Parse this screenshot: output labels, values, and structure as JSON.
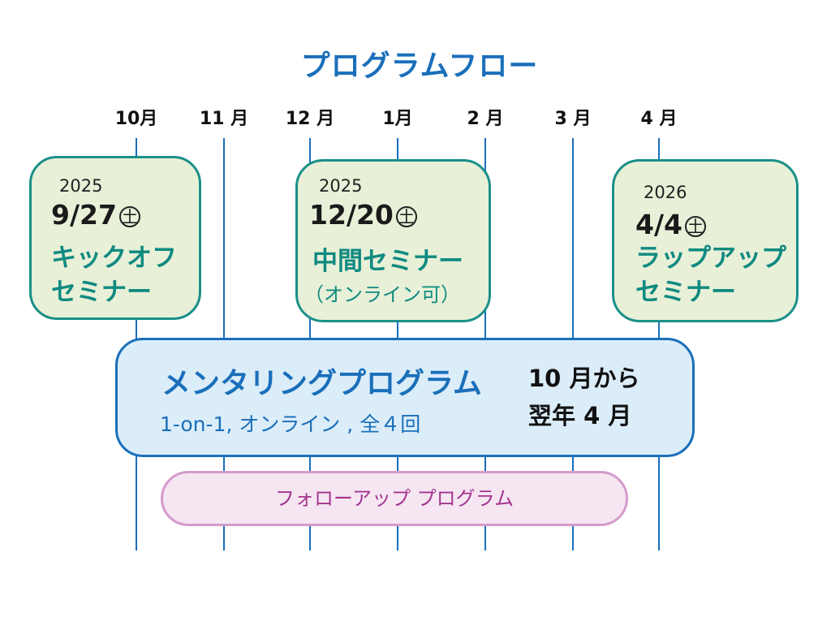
{
  "title": "プログラムフロー",
  "months": [
    "10月",
    "11 月",
    "12 月",
    "1月",
    "2 月",
    "3 月",
    "4 月"
  ],
  "events": [
    {
      "year": "2025",
      "date": "9/27",
      "weekday": "土",
      "name_lines": [
        "キックオフ",
        "セミナー"
      ],
      "note": ""
    },
    {
      "year": "2025",
      "date": "12/20",
      "weekday": "土",
      "name_lines": [
        "中間セミナー"
      ],
      "note": "（オンライン可）"
    },
    {
      "year": "2026",
      "date": "4/4",
      "weekday": "土",
      "name_lines": [
        "ラップアップ",
        "セミナー"
      ],
      "note": ""
    }
  ],
  "mentoring": {
    "title": "メンタリングプログラム",
    "details": "1-on-1, オンライン , 全４回",
    "period_line1": "10 月から",
    "period_line2": "翌年 4 月"
  },
  "followup": {
    "title": "フォローアップ プログラム"
  }
}
